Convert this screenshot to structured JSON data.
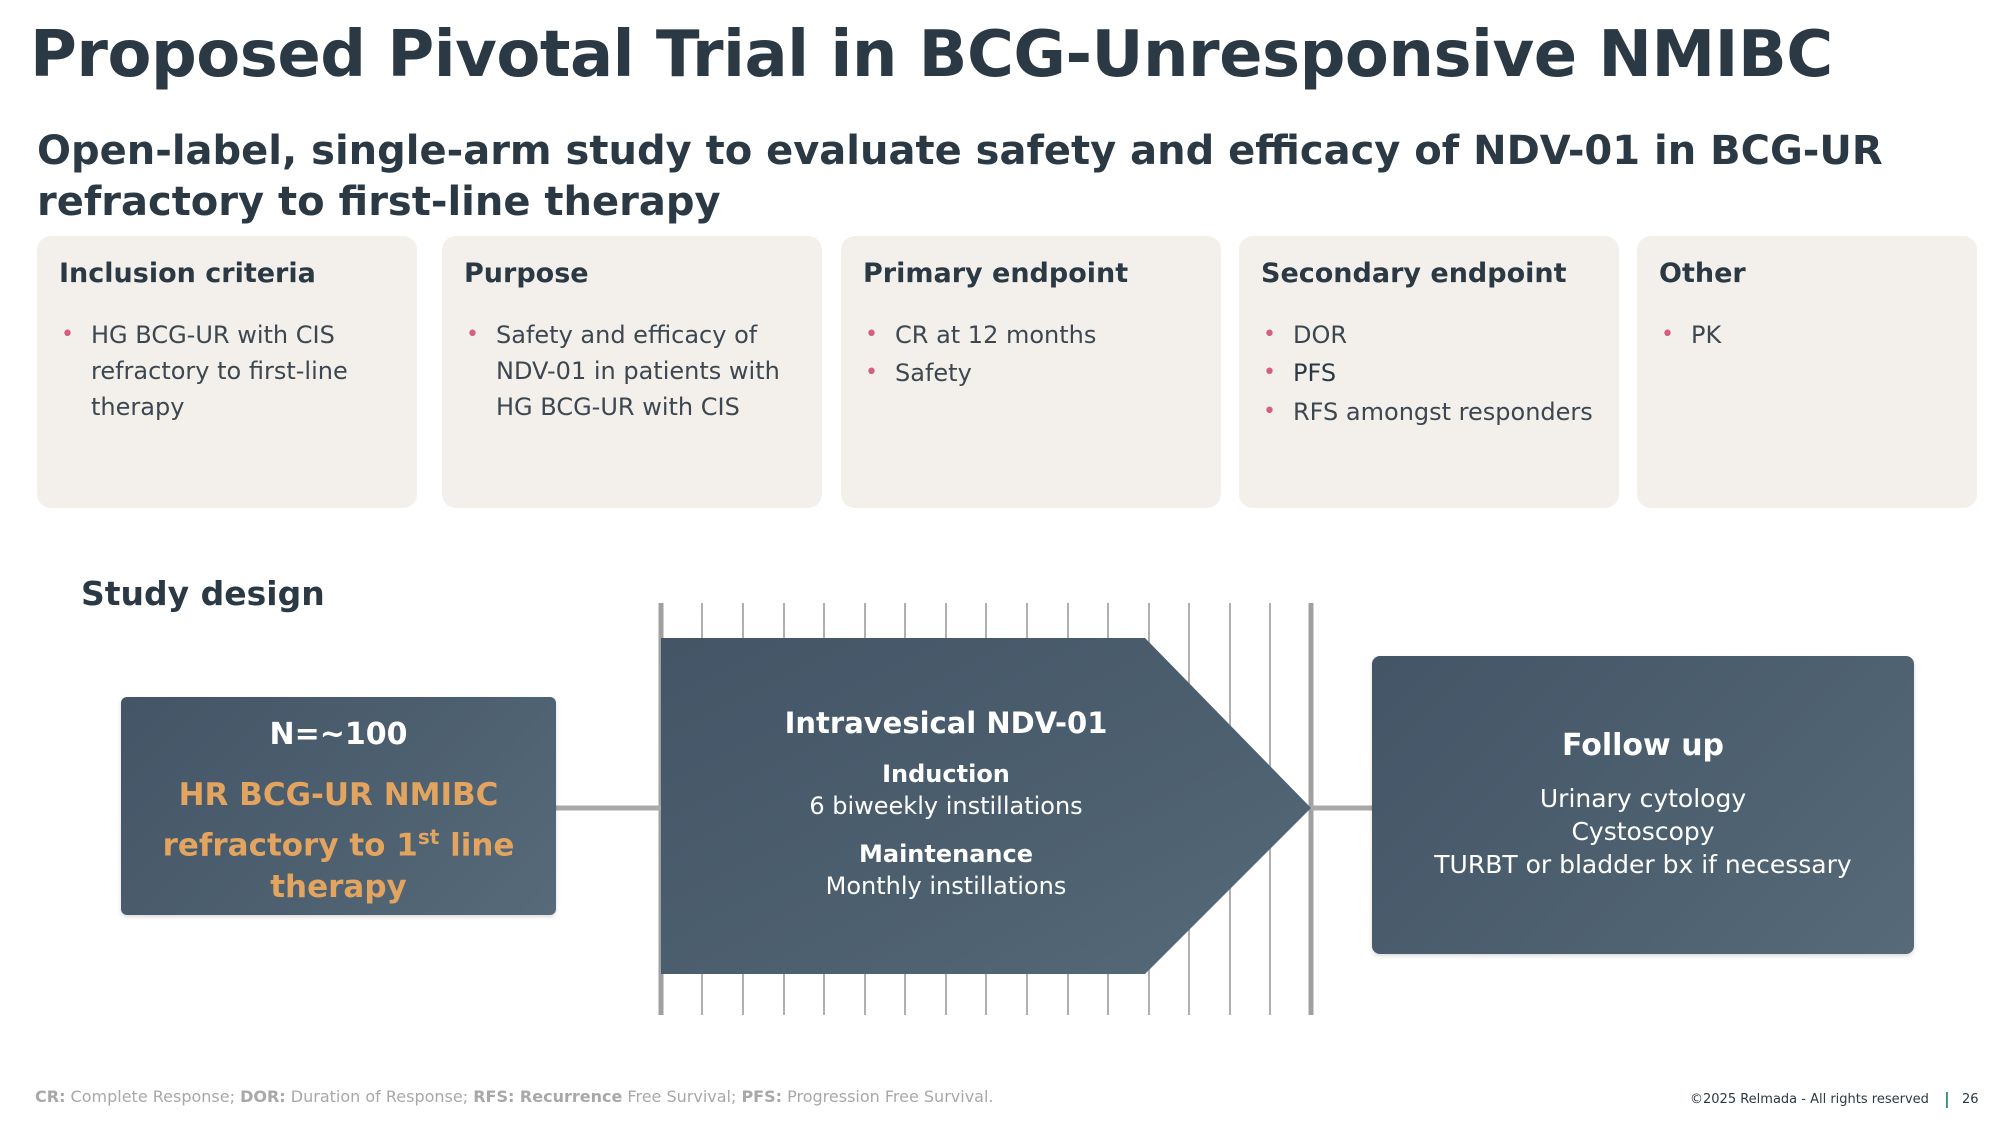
{
  "title": "Proposed Pivotal Trial in BCG-Unresponsive NMIBC",
  "subtitle": "Open-label, single-arm study to evaluate safety and efficacy of NDV-01 in BCG-UR refractory to first-line therapy",
  "cards": [
    {
      "heading": "Inclusion criteria",
      "bullets": [
        "HG BCG-UR with CIS refractory to first-line therapy"
      ]
    },
    {
      "heading": "Purpose",
      "bullets": [
        "Safety and efficacy of NDV-01 in patients with HG BCG-UR with CIS"
      ]
    },
    {
      "heading": "Primary endpoint",
      "bullets": [
        "CR at 12 months",
        "Safety"
      ]
    },
    {
      "heading": "Secondary endpoint",
      "bullets": [
        "DOR",
        "PFS",
        "RFS amongst responders"
      ]
    },
    {
      "heading": "Other",
      "bullets": [
        "PK"
      ]
    }
  ],
  "study_design": {
    "label": "Study design",
    "population": {
      "n": "N=~100",
      "line1": "HR BCG-UR NMIBC",
      "line2_pre": "refractory to 1",
      "line2_sup": "st",
      "line2_post": " line",
      "line3": "therapy"
    },
    "treatment": {
      "title": "Intravesical NDV-01",
      "induction_label": "Induction",
      "induction_text": "6 biweekly instillations",
      "maintenance_label": "Maintenance",
      "maintenance_text": "Monthly instillations"
    },
    "followup": {
      "title": "Follow up",
      "items": [
        "Urinary cytology",
        "Cystoscopy",
        "TURBT or bladder bx if necessary"
      ]
    }
  },
  "footer": {
    "abbrev": [
      {
        "term": "CR:",
        "def": " Complete Response; "
      },
      {
        "term": "DOR:",
        "def": " Duration of Response; "
      },
      {
        "term": "RFS: Recurrence",
        "def": " Free Survival; "
      },
      {
        "term": "PFS:",
        "def": " Progression Free Survival."
      }
    ],
    "copyright": "©2025 Relmada - All rights reserved",
    "separator": "|",
    "page_number": "26"
  },
  "colors": {
    "dark_box": "#4a5d6d",
    "accent_orange": "#e2a45f",
    "bullet_pink": "#d4607f",
    "card_bg": "#f3f0ec",
    "title": "#2b3944"
  }
}
